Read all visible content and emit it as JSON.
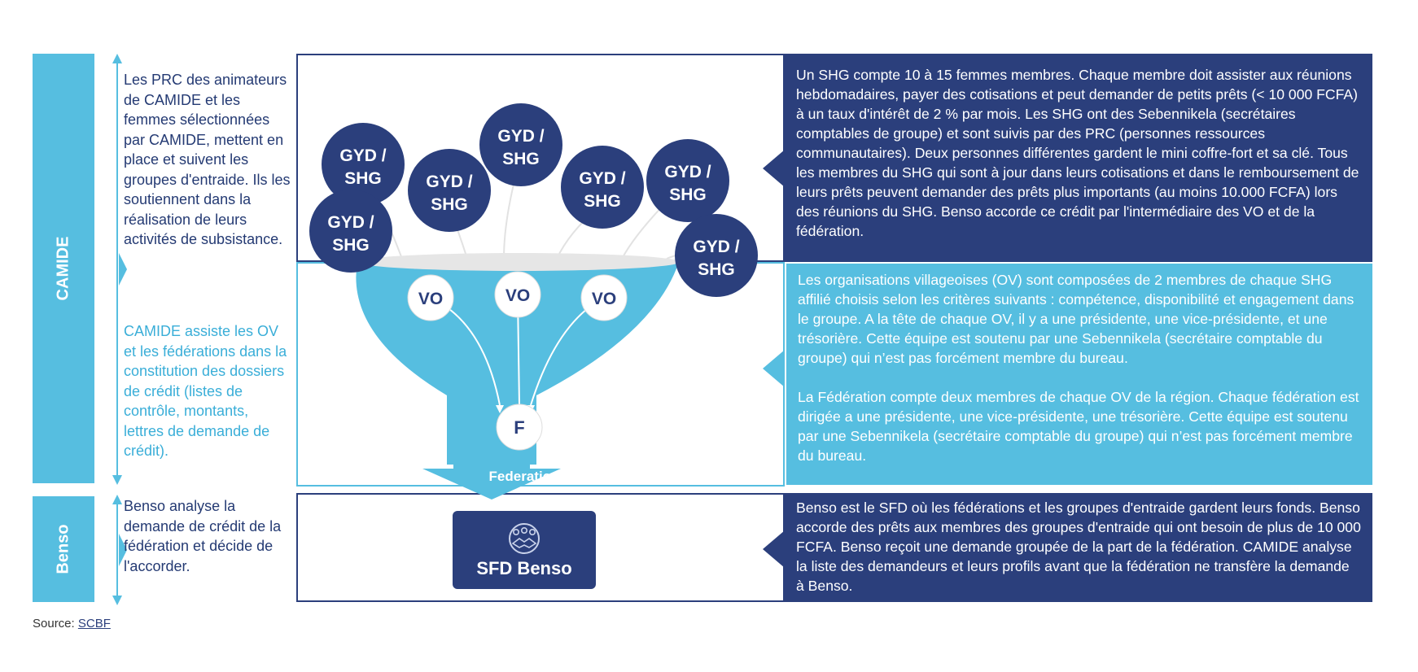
{
  "side_labels": {
    "camide": "CAMIDE",
    "benso": "Benso"
  },
  "left_texts": {
    "camide_prc": "Les PRC des animateurs de CAMIDE et les femmes sélectionnées par CAMIDE, mettent en place et suivent les groupes d'entraide. Ils les soutiennent dans la réalisation de leurs activités de subsistance.",
    "camide_ov": "CAMIDE assiste les OV et les fédérations dans la constitution des dossiers de crédit (listes de contrôle, montants, lettres de demande de crédit).",
    "benso": "Benso analyse la demande de crédit de la fédération et décide de l'accorder."
  },
  "diagram": {
    "shg_nodes": [
      {
        "line1": "GYD /",
        "line2": "SHG"
      },
      {
        "line1": "GYD /",
        "line2": "SHG"
      },
      {
        "line1": "GYD /",
        "line2": "SHG"
      },
      {
        "line1": "GYD /",
        "line2": "SHG"
      },
      {
        "line1": "GYD /",
        "line2": "SHG"
      },
      {
        "line1": "GYD /",
        "line2": "SHG"
      },
      {
        "line1": "GYD /",
        "line2": "SHG"
      }
    ],
    "vo_nodes": [
      "VO",
      "VO",
      "VO"
    ],
    "federation_node": "F",
    "federation_label": "Federation",
    "benso_label": "SFD Benso"
  },
  "descriptions": {
    "shg": "Un SHG compte 10 à 15 femmes membres. Chaque membre doit assister aux réunions hebdomadaires, payer des cotisations et peut demander de petits prêts (< 10 000 FCFA) à un taux d'intérêt de 2 % par mois. Les SHG ont des Sebennikela (secrétaires comptables de groupe) et sont suivis par des PRC (personnes ressources communautaires). Deux personnes différentes gardent le mini coffre-fort et sa clé. Tous les membres du SHG qui sont à jour dans leurs cotisations et dans le remboursement de leurs prêts peuvent demander des prêts plus importants (au moins 10.000 FCFA) lors des réunions du SHG. Benso accorde ce crédit par l'intermédiaire des VO et de la fédération.",
    "ov": "Les organisations villageoises (OV) sont composées de 2 membres de chaque SHG affilié choisis selon les critères suivants : compétence, disponibilité et engagement dans le groupe. A la tête de chaque OV, il y a une présidente, une vice-présidente, et une trésorière. Cette équipe est soutenu par une Sebennikela (secrétaire comptable du groupe) qui n’est pas forcément membre du bureau.",
    "federation": "La Fédération compte deux membres de chaque OV de la région. Chaque fédération est dirigée a une présidente, une vice-présidente, une trésorière. Cette équipe est soutenu par une Sebennikela (secrétaire comptable du groupe) qui n’est pas forcément membre du bureau.",
    "benso": "Benso est le SFD où les fédérations et les groupes d'entraide gardent leurs fonds. Benso accorde des prêts aux membres des groupes d'entraide qui ont besoin de plus de 10 000 FCFA. Benso reçoit une demande groupée de la part de la fédération. CAMIDE analyse la liste des demandeurs et leurs profils avant que la fédération ne transfère la demande à Benso."
  },
  "source": {
    "prefix": "Source: ",
    "link": "SCBF"
  },
  "colors": {
    "navy": "#2b3f7c",
    "cyan": "#56bee0",
    "navy_text": "#243a73",
    "cyan_text": "#3aaed8"
  },
  "icons": {
    "arrow": "double-headed-arrow-icon",
    "benso_logo": "handshake-logo-icon"
  }
}
